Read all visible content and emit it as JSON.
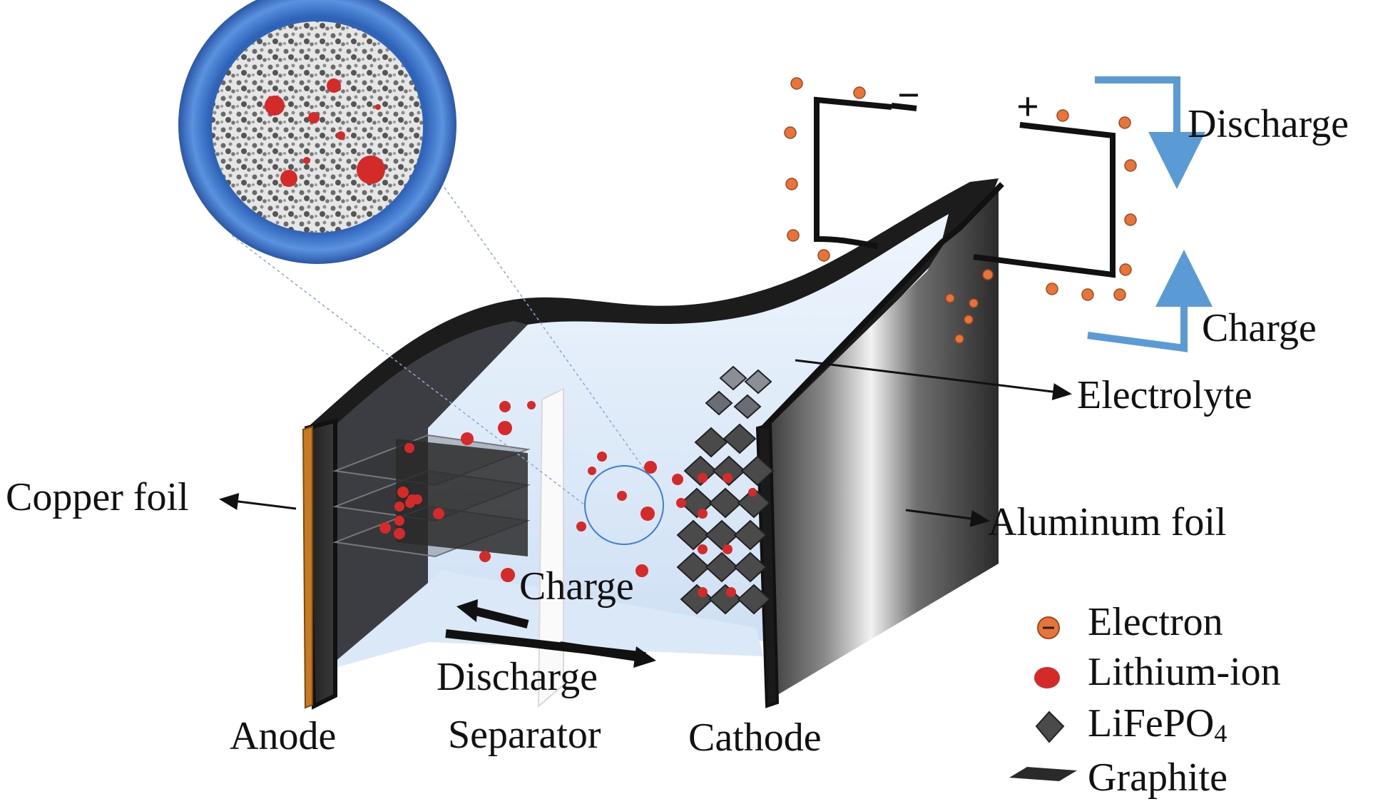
{
  "labels": {
    "copper_foil": "Copper foil",
    "anode": "Anode",
    "separator": "Separator",
    "cathode": "Cathode",
    "electrolyte": "Electrolyte",
    "aluminum_foil": "Aluminum foil",
    "charge_top": "Charge",
    "discharge_top": "Discharge",
    "charge_bottom": "Charge",
    "discharge_bottom": "Discharge",
    "minus": "−",
    "plus": "+"
  },
  "legend": [
    {
      "icon": "electron-icon",
      "label": "Electron"
    },
    {
      "icon": "lithium-ion-icon",
      "label": "Lithium-ion"
    },
    {
      "icon": "lifepo4-icon",
      "label": "LiFePO",
      "subscript": "4"
    },
    {
      "icon": "graphite-icon",
      "label": "Graphite"
    }
  ],
  "colors": {
    "electron": "#e8743b",
    "lithium_ion": "#d42a2a",
    "arrow_blue": "#5b9bd5",
    "copper": "#c87a22",
    "magnifier_ring": "#3f7ed6",
    "electrode_dark": "#2e2e2e"
  }
}
